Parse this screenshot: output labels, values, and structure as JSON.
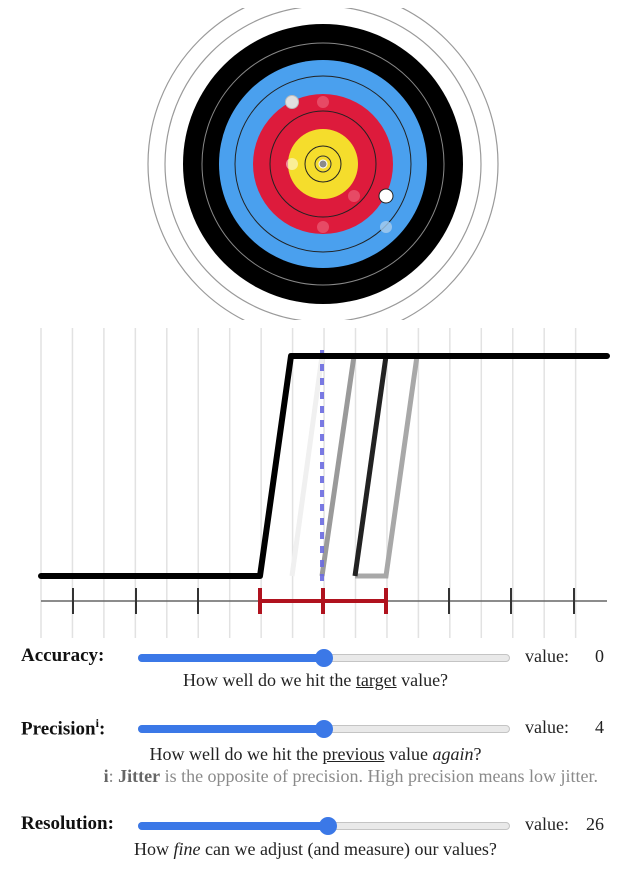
{
  "accuracy": {
    "label": "Accuracy:",
    "value_label": "value:",
    "value": "0",
    "level": 0.5,
    "desc_before": "How well do we hit the ",
    "desc_link": "target",
    "desc_after": " value?"
  },
  "precision": {
    "label": "Precision",
    "label_sup": "i",
    "label_suffix": ":",
    "value_label": "value:",
    "value": "4",
    "level": 0.5,
    "desc_before": "How well do we hit the ",
    "desc_link": "previous",
    "desc_mid": " value ",
    "desc_em": "again",
    "desc_after": "?",
    "note_key": "i",
    "note_sep": ": ",
    "note_strong": "Jitter",
    "note_text": " is the opposite of precision. High precision means low jitter."
  },
  "resolution": {
    "label": "Resolution:",
    "value_label": "value:",
    "value": "26",
    "level": 0.51,
    "desc_before": "How ",
    "desc_em": "fine",
    "desc_after": " can we adjust (and measure) our values?"
  },
  "colors": {
    "slider": "#3b78e7",
    "target_gold": "#f5dd2c",
    "target_red": "#dd1b3c",
    "target_blue": "#4aa0ee",
    "target_black": "#000000",
    "range_bar": "#b0121e",
    "target_line": "#6b6be0"
  }
}
